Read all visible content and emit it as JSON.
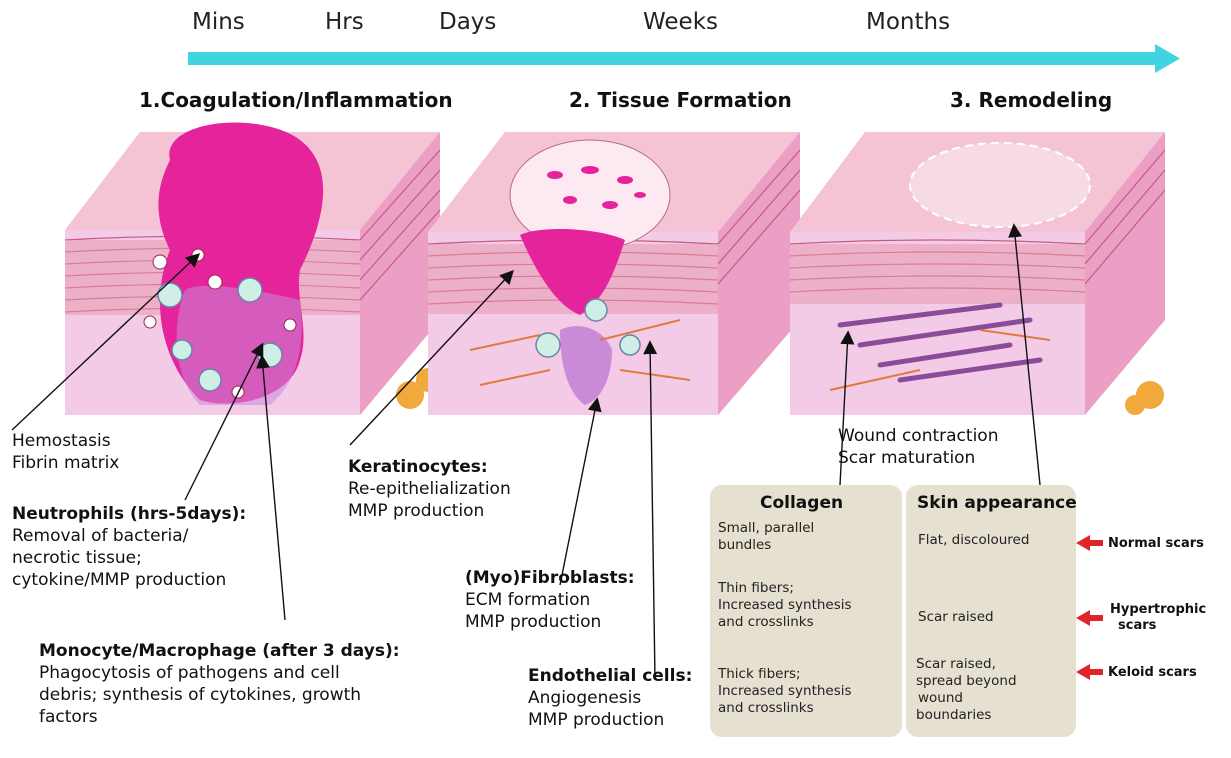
{
  "timeline": {
    "labels": [
      "Mins",
      "Hrs",
      "Days",
      "Weeks",
      "Months"
    ],
    "arrow_color": "#3fd4df"
  },
  "phases": [
    {
      "title": "1.Coagulation/Inflammation"
    },
    {
      "title": "2. Tissue Formation"
    },
    {
      "title": "3. Remodeling"
    }
  ],
  "colors": {
    "clot": "#e5239a",
    "tissue": "#f3c8e4",
    "skin_layers": "#e89ab0",
    "collagen_table_bg": "#e6e0d0",
    "scar_arrow": "#e0252a"
  },
  "annotations": {
    "hemostasis": "Hemostasis",
    "fibrin": "Fibrin matrix",
    "neutrophils_title": "Neutrophils (hrs-5days):",
    "neutrophils_l1": "Removal of bacteria/",
    "neutrophils_l2": "necrotic tissue;",
    "neutrophils_l3": "cytokine/MMP production",
    "mono_title": "Monocyte/Macrophage (after 3 days):",
    "mono_l1": "Phagocytosis of pathogens and cell",
    "mono_l2": "debris; synthesis of cytokines, growth",
    "mono_l3": "factors",
    "kera_title": "Keratinocytes:",
    "kera_l1": "Re-epithelialization",
    "kera_l2": "MMP production",
    "fibro_title": "(Myo)Fibroblasts:",
    "fibro_l1": "ECM formation",
    "fibro_l2": "MMP production",
    "endo_title": "Endothelial cells:",
    "endo_l1": "Angiogenesis",
    "endo_l2": "MMP production",
    "wound_contraction": "Wound contraction",
    "scar_maturation": "Scar maturation"
  },
  "table": {
    "col1_header": "Collagen",
    "col2_header": "Skin appearance",
    "rows": [
      {
        "collagen": [
          "Small, parallel",
          "bundles"
        ],
        "skin": [
          "Flat, discoloured"
        ],
        "scar": [
          "Normal scars"
        ]
      },
      {
        "collagen": [
          "Thin fibers;",
          "Increased synthesis",
          "and crosslinks"
        ],
        "skin": [
          "Scar raised"
        ],
        "scar": [
          "Hypertrophic",
          "scars"
        ]
      },
      {
        "collagen": [
          "Thick fibers;",
          "Increased synthesis",
          "and crosslinks"
        ],
        "skin": [
          "Scar raised,",
          "spread beyond",
          "wound",
          "boundaries"
        ],
        "scar": [
          "Keloid scars"
        ]
      }
    ]
  }
}
